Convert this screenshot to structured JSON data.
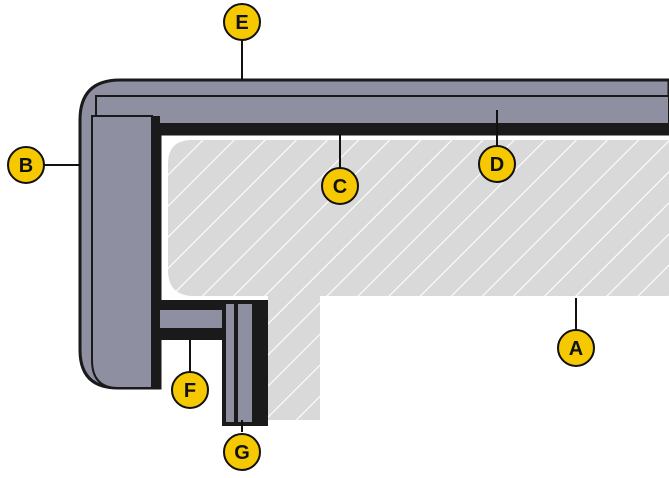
{
  "diagram": {
    "colors": {
      "panel_fill": "#8f8fa2",
      "outline": "#1a1a1a",
      "substrate_fill": "#d9d9d9",
      "hatch_line": "#ffffff",
      "gap_fill": "#ffffff",
      "callout_fill": "#f5c800",
      "callout_text": "#111111"
    },
    "callouts": [
      {
        "id": "A",
        "label": "A"
      },
      {
        "id": "B",
        "label": "B"
      },
      {
        "id": "C",
        "label": "C"
      },
      {
        "id": "D",
        "label": "D"
      },
      {
        "id": "E",
        "label": "E"
      },
      {
        "id": "F",
        "label": "F"
      },
      {
        "id": "G",
        "label": "G"
      }
    ]
  }
}
